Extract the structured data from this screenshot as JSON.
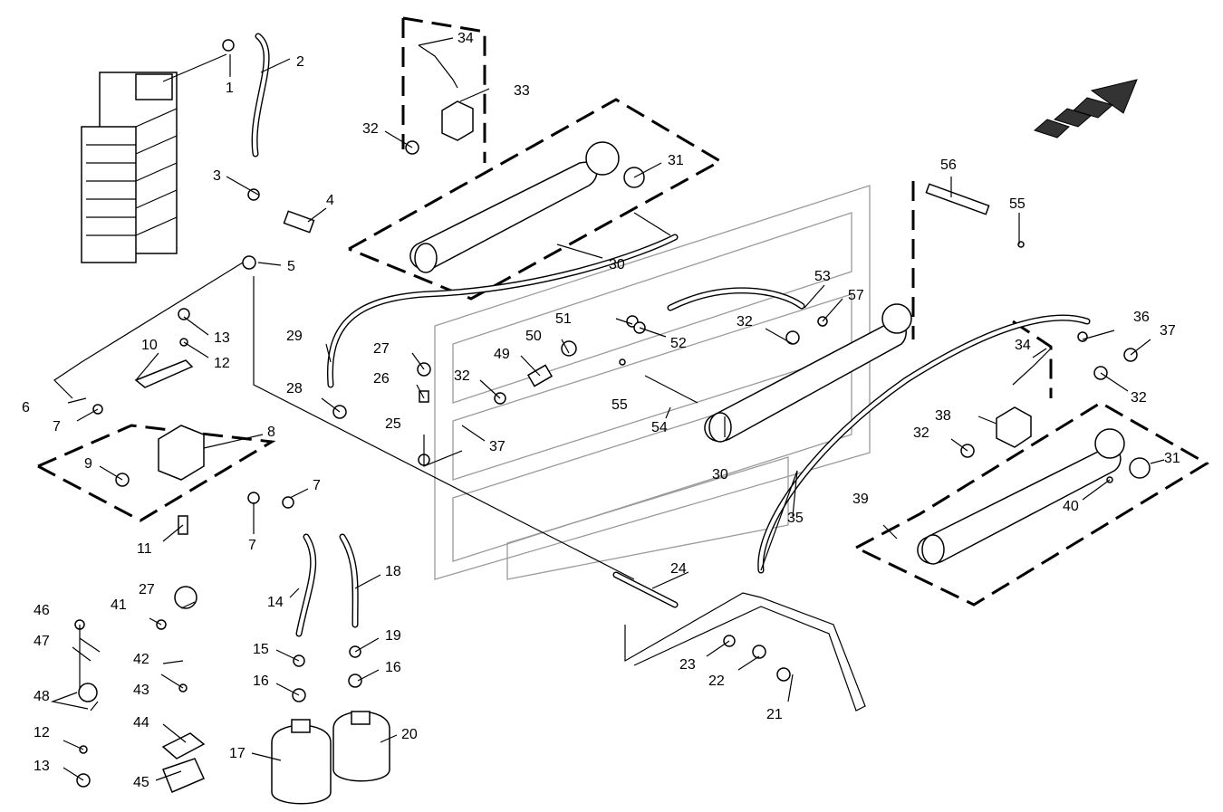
{
  "diagram": {
    "callouts": [
      {
        "id": "c1",
        "text": "1"
      },
      {
        "id": "c2",
        "text": "2"
      },
      {
        "id": "c3",
        "text": "3"
      },
      {
        "id": "c4",
        "text": "4"
      },
      {
        "id": "c5",
        "text": "5"
      },
      {
        "id": "c6",
        "text": "6"
      },
      {
        "id": "c7a",
        "text": "7"
      },
      {
        "id": "c7b",
        "text": "7"
      },
      {
        "id": "c7c",
        "text": "7"
      },
      {
        "id": "c8",
        "text": "8"
      },
      {
        "id": "c9",
        "text": "9"
      },
      {
        "id": "c10",
        "text": "10"
      },
      {
        "id": "c11",
        "text": "11"
      },
      {
        "id": "c12a",
        "text": "12"
      },
      {
        "id": "c12b",
        "text": "12"
      },
      {
        "id": "c13a",
        "text": "13"
      },
      {
        "id": "c13b",
        "text": "13"
      },
      {
        "id": "c14",
        "text": "14"
      },
      {
        "id": "c15",
        "text": "15"
      },
      {
        "id": "c16a",
        "text": "16"
      },
      {
        "id": "c16b",
        "text": "16"
      },
      {
        "id": "c17",
        "text": "17"
      },
      {
        "id": "c18",
        "text": "18"
      },
      {
        "id": "c19",
        "text": "19"
      },
      {
        "id": "c20",
        "text": "20"
      },
      {
        "id": "c21",
        "text": "21"
      },
      {
        "id": "c22",
        "text": "22"
      },
      {
        "id": "c23",
        "text": "23"
      },
      {
        "id": "c24",
        "text": "24"
      },
      {
        "id": "c25",
        "text": "25"
      },
      {
        "id": "c26",
        "text": "26"
      },
      {
        "id": "c27a",
        "text": "27"
      },
      {
        "id": "c27b",
        "text": "27"
      },
      {
        "id": "c28",
        "text": "28"
      },
      {
        "id": "c29",
        "text": "29"
      },
      {
        "id": "c30a",
        "text": "30"
      },
      {
        "id": "c30b",
        "text": "30"
      },
      {
        "id": "c31a",
        "text": "31"
      },
      {
        "id": "c31b",
        "text": "31"
      },
      {
        "id": "c32a",
        "text": "32"
      },
      {
        "id": "c32b",
        "text": "32"
      },
      {
        "id": "c32c",
        "text": "32"
      },
      {
        "id": "c32d",
        "text": "32"
      },
      {
        "id": "c32e",
        "text": "32"
      },
      {
        "id": "c33",
        "text": "33"
      },
      {
        "id": "c34a",
        "text": "34"
      },
      {
        "id": "c34b",
        "text": "34"
      },
      {
        "id": "c35",
        "text": "35"
      },
      {
        "id": "c36",
        "text": "36"
      },
      {
        "id": "c37a",
        "text": "37"
      },
      {
        "id": "c37b",
        "text": "37"
      },
      {
        "id": "c38",
        "text": "38"
      },
      {
        "id": "c39",
        "text": "39"
      },
      {
        "id": "c40",
        "text": "40"
      },
      {
        "id": "c41",
        "text": "41"
      },
      {
        "id": "c42",
        "text": "42"
      },
      {
        "id": "c43",
        "text": "43"
      },
      {
        "id": "c44",
        "text": "44"
      },
      {
        "id": "c45",
        "text": "45"
      },
      {
        "id": "c46",
        "text": "46"
      },
      {
        "id": "c47",
        "text": "47"
      },
      {
        "id": "c48",
        "text": "48"
      },
      {
        "id": "c49",
        "text": "49"
      },
      {
        "id": "c50",
        "text": "50"
      },
      {
        "id": "c51",
        "text": "51"
      },
      {
        "id": "c52",
        "text": "52"
      },
      {
        "id": "c53",
        "text": "53"
      },
      {
        "id": "c54",
        "text": "54"
      },
      {
        "id": "c55a",
        "text": "55"
      },
      {
        "id": "c55b",
        "text": "55"
      },
      {
        "id": "c56",
        "text": "56"
      },
      {
        "id": "c57",
        "text": "57"
      }
    ]
  }
}
